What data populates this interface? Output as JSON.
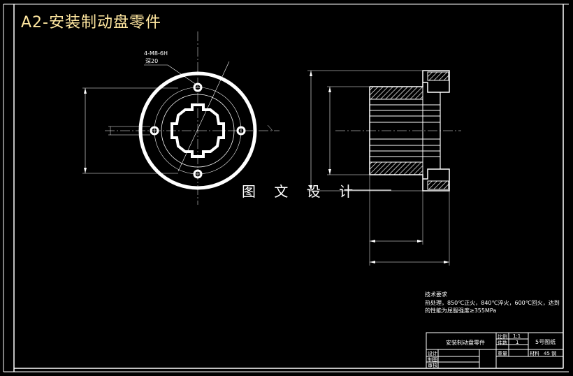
{
  "title": "A2-安装制动盘零件",
  "watermark": "图 文 设 计",
  "front_view": {
    "hole_callout_line1": "4-M8-6H",
    "hole_callout_line2": "深20"
  },
  "tech_notes": {
    "heading": "技术要求",
    "line1": "热处理，850℃正火，840℃淬火，600℃回火，达到",
    "line2": "的性能为屈服强度≥355MPa"
  },
  "title_block": {
    "part_name": "安装制动盘零件",
    "scale_label": "比例",
    "scale_value": "1:1",
    "qty_label": "件数",
    "qty_value": "1",
    "weight_label": "重量",
    "material_label": "材料",
    "material_value": "45 钢",
    "drawing_no": "5号图纸",
    "designer_label": "设计",
    "drafter_label": "制图",
    "checker_label": "审核"
  },
  "colors": {
    "background": "#000000",
    "line": "#ffffff",
    "title_text": "#ffe7a0"
  }
}
